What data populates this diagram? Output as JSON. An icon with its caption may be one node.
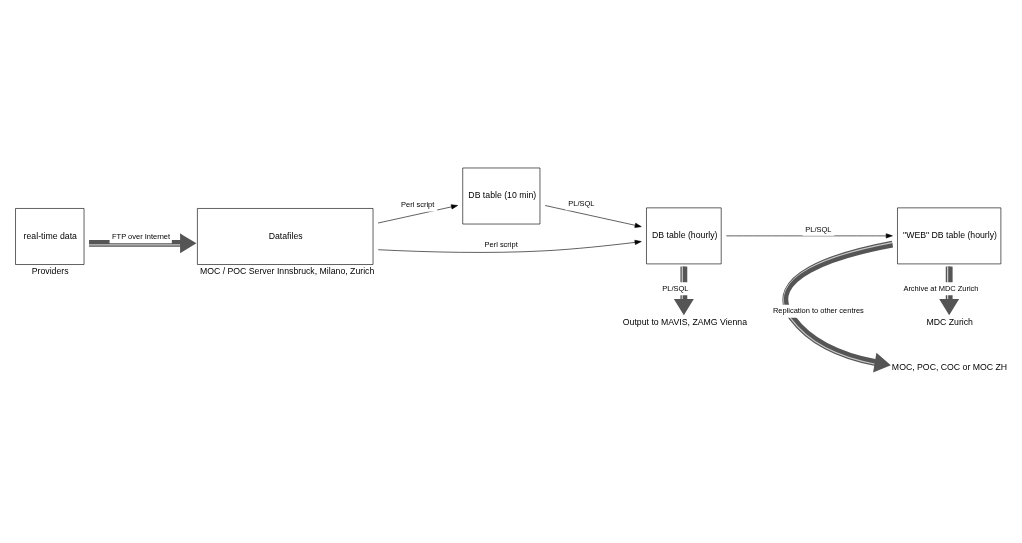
{
  "diagram": {
    "nodes": [
      {
        "text": [
          "real-time data"
        ],
        "beside": [
          "Providers"
        ]
      },
      {
        "text": [
          "Datafiles"
        ],
        "beside": [
          "MOC / POC Server Innsbruck, Milano, Zurich"
        ]
      },
      {
        "text": [
          "DB table (10 min)"
        ]
      },
      {
        "text": [
          "DB table (hourly)"
        ]
      },
      {
        "text": [
          "\"WEB\" DB table (hourly)"
        ]
      },
      {
        "text": [
          "MOC, POC, COC or MOC ZH"
        ]
      },
      {
        "text": [
          "Output to MAVIS, ZAMG Vienna"
        ]
      },
      {
        "text": [
          "MDC Zurich"
        ]
      }
    ],
    "edges": [
      {
        "from": 0,
        "to": 1,
        "arrow": "to",
        "label": "FTP over Internet",
        "style": "thick"
      },
      {
        "from": 1,
        "to": 2,
        "arrow": "to",
        "label": "Perl script"
      },
      {
        "from": 1,
        "to": 3,
        "arrow": "to",
        "label": "Perl script"
      },
      {
        "from": 2,
        "to": 3,
        "arrow": "to",
        "label": "PL/SQL"
      },
      {
        "from": 3,
        "to": 4,
        "arrow": "to",
        "label": "PL/SQL"
      },
      {
        "from": 4,
        "to": 5,
        "arrow": "to",
        "label": "Replication to other centres",
        "style": "thick"
      },
      {
        "from": 3,
        "to": 6,
        "arrow": "to",
        "label": "PL/SQL",
        "style": "thick"
      },
      {
        "from": 4,
        "to": 7,
        "arrow": "to",
        "label": "Archive at MDC Zurich",
        "style": "thick"
      }
    ]
  }
}
